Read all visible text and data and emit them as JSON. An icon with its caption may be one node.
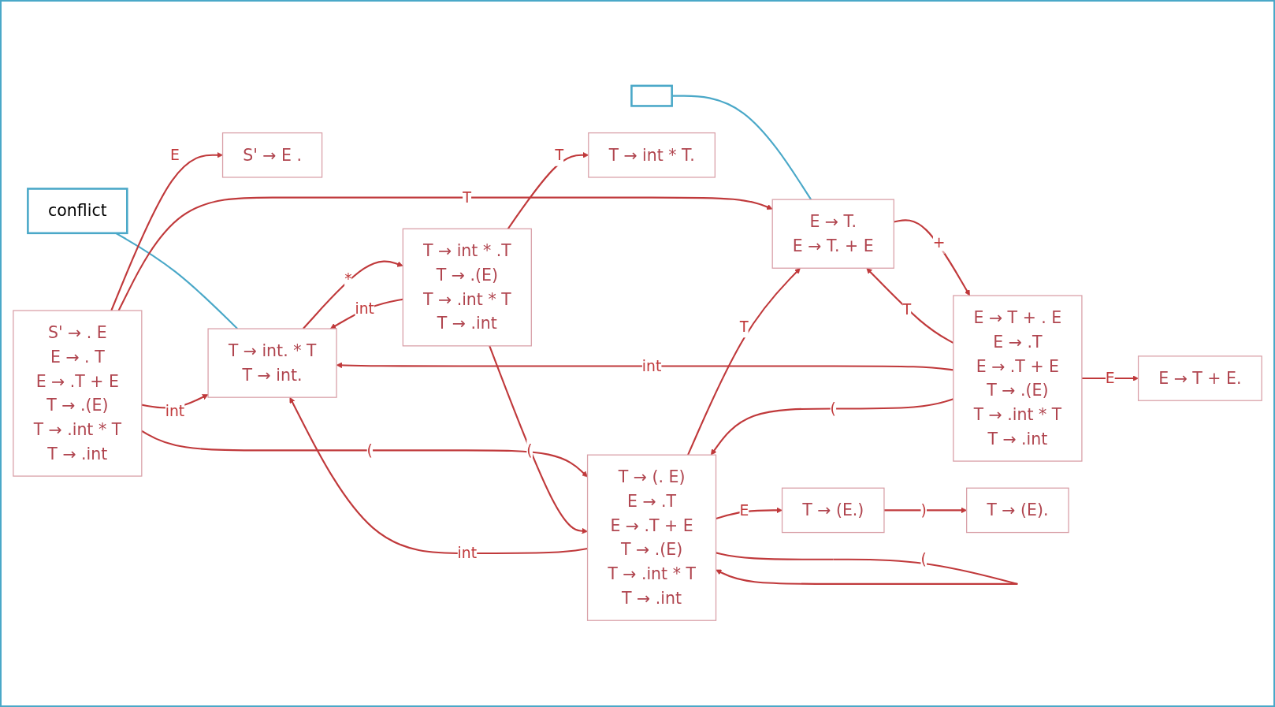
{
  "diagram": {
    "nodes": [
      {
        "text": [
          "conflict"
        ]
      },
      {
        "text": [],
        "shape": "box"
      },
      {
        "text": [
          "S' → E ."
        ]
      },
      {
        "text": [
          "E → T.",
          "E → T. + E"
        ]
      },
      {
        "text": [
          "E → T + . E",
          "E → .T",
          "E → .T + E",
          "T → .(E)",
          "T → .int * T",
          "T → .int"
        ]
      },
      {
        "text": [
          "E → T + E."
        ]
      },
      {
        "text": [
          "S' → . E",
          "E → . T",
          "E → .T + E",
          "T → .(E)",
          "T → .int * T",
          "T → .int"
        ]
      },
      {
        "text": [
          "T → int. * T",
          "T → int."
        ]
      },
      {
        "text": [
          "T → int * .T",
          "T → .(E)",
          "T → .int * T",
          "T → .int"
        ]
      },
      {
        "text": [
          "T → int * T."
        ]
      },
      {
        "text": [
          "T → (E.)"
        ]
      },
      {
        "text": [
          "T → (E)."
        ]
      },
      {
        "text": [
          "T → (. E)",
          "E → .T",
          "E → .T + E",
          "T → .(E)",
          "T → .int * T",
          "T → .int"
        ]
      }
    ],
    "edges": [
      {
        "from": 0,
        "to": 7,
        "arrow": "none",
        "color": "#4aa8c8"
      },
      {
        "from": 1,
        "to": 3,
        "arrow": "none",
        "color": "#4aa8c8"
      },
      {
        "from": 6,
        "to": 2,
        "label": "E",
        "arrow": "to"
      },
      {
        "from": 6,
        "to": 3,
        "label": "T",
        "arrow": "to"
      },
      {
        "from": 6,
        "to": 7,
        "label": "int",
        "arrow": "to"
      },
      {
        "from": 6,
        "to": 12,
        "label": "(",
        "arrow": "to"
      },
      {
        "from": 3,
        "to": 4,
        "label": "+",
        "arrow": "to"
      },
      {
        "from": 4,
        "to": 3,
        "label": "T",
        "arrow": "to"
      },
      {
        "from": 4,
        "to": 5,
        "label": "E",
        "arrow": "to"
      },
      {
        "from": 4,
        "to": 7,
        "label": "int",
        "arrow": "to"
      },
      {
        "from": 4,
        "to": 12,
        "label": "(",
        "arrow": "to"
      },
      {
        "from": 7,
        "to": 8,
        "label": "*",
        "arrow": "to"
      },
      {
        "from": 8,
        "to": 7,
        "label": "int",
        "arrow": "to"
      },
      {
        "from": 8,
        "to": 9,
        "label": "T",
        "arrow": "to"
      },
      {
        "from": 8,
        "to": 12,
        "label": "(",
        "arrow": "to"
      },
      {
        "from": 12,
        "to": 3,
        "label": "T",
        "arrow": "to"
      },
      {
        "from": 12,
        "to": 7,
        "label": "int",
        "arrow": "to"
      },
      {
        "from": 12,
        "to": 10,
        "label": "E",
        "arrow": "to"
      },
      {
        "from": 12,
        "to": 12,
        "label": "(",
        "arrow": "to"
      },
      {
        "from": 10,
        "to": 11,
        "label": ")",
        "arrow": "to"
      }
    ]
  }
}
